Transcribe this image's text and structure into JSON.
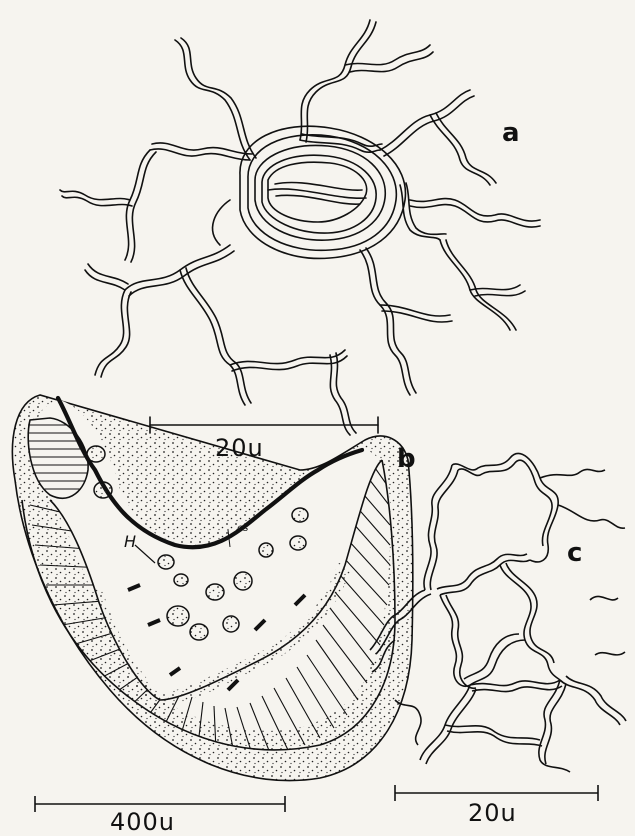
{
  "panels": {
    "a": {
      "label": "a",
      "scale_label": "20u"
    },
    "b": {
      "label": "b",
      "scale_label": "400u",
      "annotation_h": "H",
      "annotation_es": "es"
    },
    "c": {
      "label": "c",
      "scale_label": "20u"
    }
  },
  "colors": {
    "ink": "#111111",
    "paper": "#f6f4ef"
  }
}
